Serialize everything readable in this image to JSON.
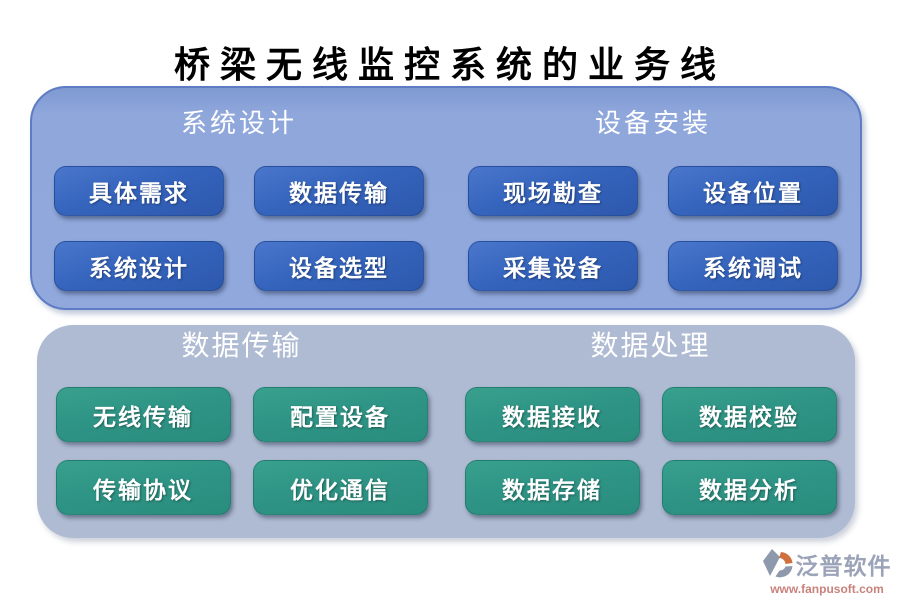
{
  "title": "桥梁无线监控系统的业务线",
  "panels": [
    {
      "name": "design-and-install",
      "sections": [
        {
          "header": "系统设计",
          "buttons": [
            "具体需求",
            "数据传输",
            "系统设计",
            "设备选型"
          ]
        },
        {
          "header": "设备安装",
          "buttons": [
            "现场勘查",
            "设备位置",
            "采集设备",
            "系统调试"
          ]
        }
      ]
    },
    {
      "name": "transmission-and-processing",
      "sections": [
        {
          "header": "数据传输",
          "buttons": [
            "无线传输",
            "配置设备",
            "传输协议",
            "优化通信"
          ]
        },
        {
          "header": "数据处理",
          "buttons": [
            "数据接收",
            "数据校验",
            "数据存储",
            "数据分析"
          ]
        }
      ]
    }
  ],
  "branding": {
    "name": "泛普软件",
    "url": "www.fanpusoft.com"
  },
  "colors": {
    "top_panel": "#8fa7db",
    "top_panel_border": "#5d7cc4",
    "bottom_panel": "#afbbd3",
    "blue_button_top": "#4a77cc",
    "blue_button_bottom": "#2d59ad",
    "green_button_top": "#39a08e",
    "green_button_bottom": "#2a8d7e",
    "title_text": "#000000",
    "header_text": "#ffffff",
    "brand_name_text": "#9ba3b8",
    "brand_url_text": "#c9827a",
    "logo_orange": "#d1703f",
    "logo_gray": "#8e99ac"
  }
}
